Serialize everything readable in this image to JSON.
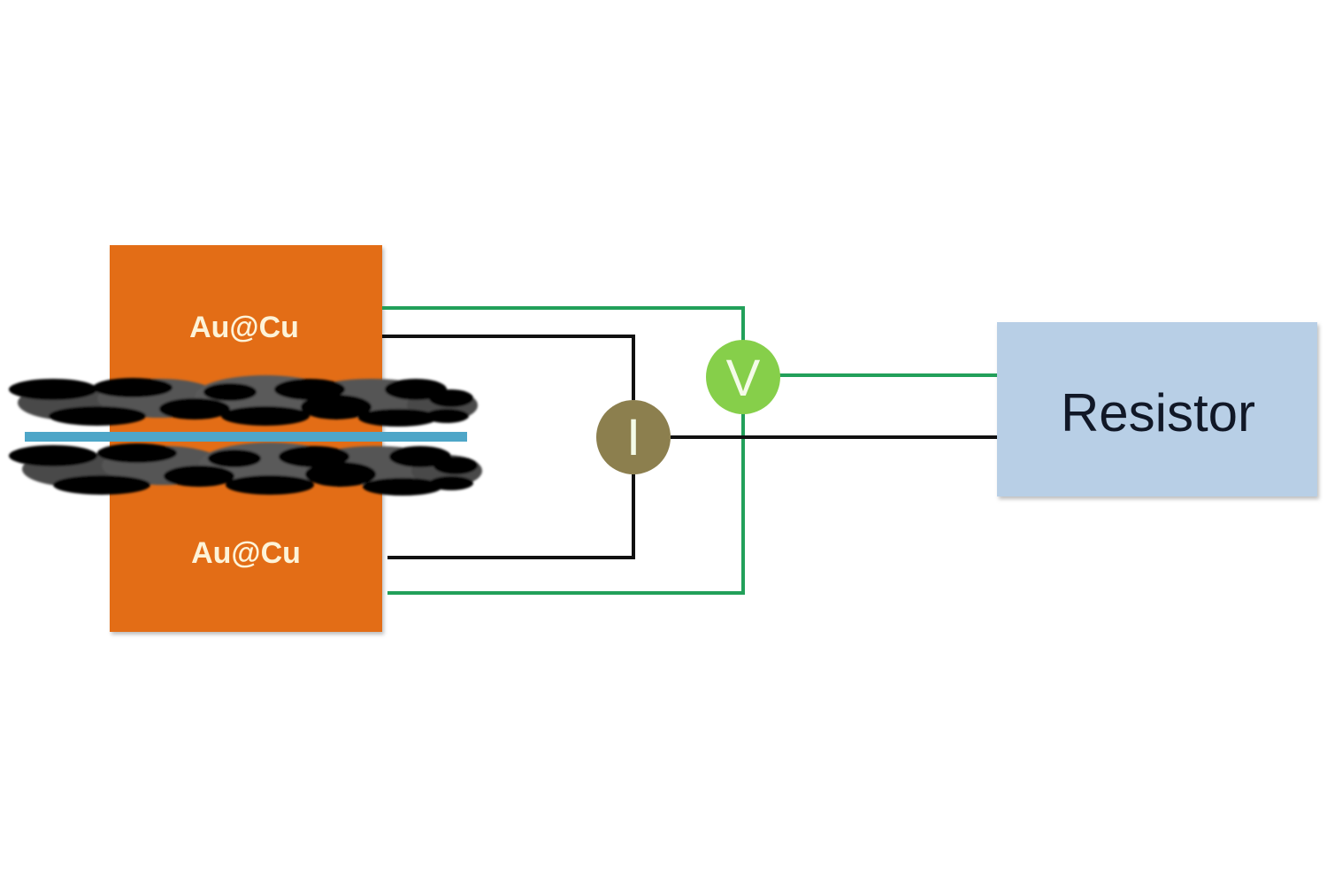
{
  "diagram": {
    "title": "",
    "electrodes": [
      {
        "label": "Au@Cu",
        "position": "top"
      },
      {
        "label": "Au@Cu",
        "position": "bottom"
      }
    ],
    "film": {
      "description": "layered black/grey flakes with blue separator"
    },
    "ammeter": {
      "label": "I"
    },
    "voltmeter": {
      "label": "V"
    },
    "resistor": {
      "label": "Resistor"
    },
    "colors": {
      "electrode": "#e36d12",
      "electrode_text": "#fdf3d8",
      "ammeter": "#8c7f4e",
      "voltmeter": "#86cf4a",
      "resistor": "#b8cfe6",
      "wire_voltage": "#22a05a",
      "wire_current": "#111111",
      "separator": "#4ea6c8"
    }
  }
}
